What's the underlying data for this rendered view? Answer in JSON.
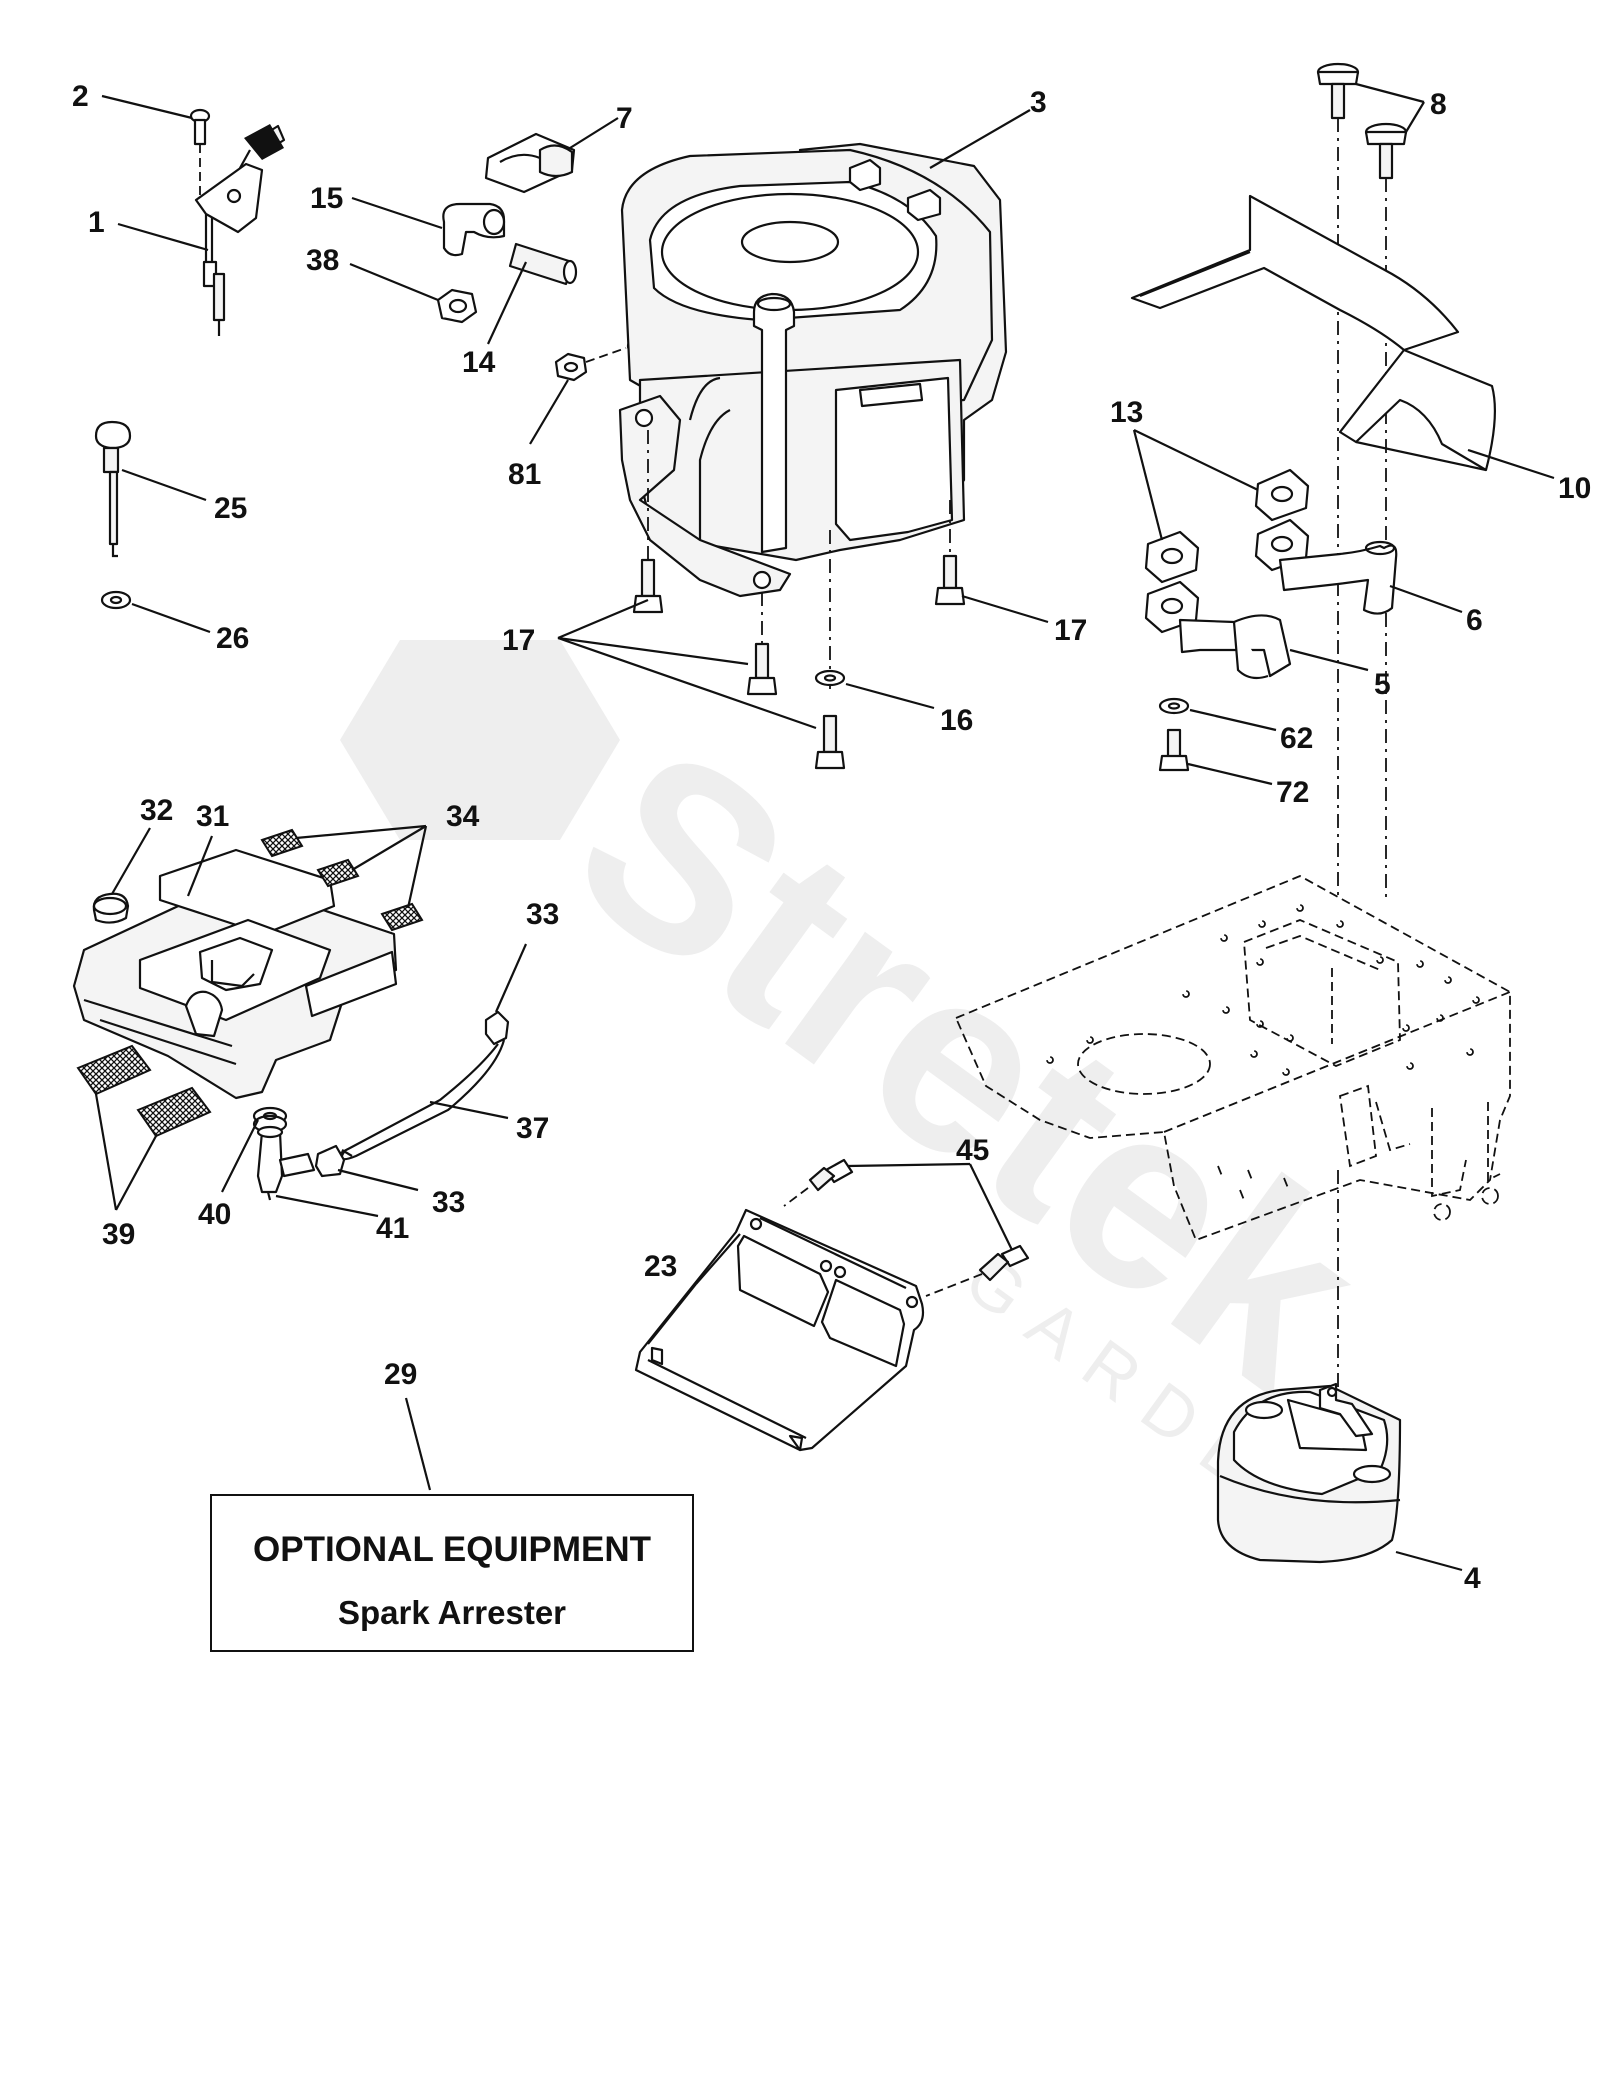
{
  "diagram": {
    "labels": {
      "l1": "1",
      "l2": "2",
      "l3": "3",
      "l4": "4",
      "l5": "5",
      "l6": "6",
      "l7": "7",
      "l8": "8",
      "l10": "10",
      "l13": "13",
      "l14": "14",
      "l15": "15",
      "l16": "16",
      "l17a": "17",
      "l17b": "17",
      "l23": "23",
      "l25": "25",
      "l26": "26",
      "l29": "29",
      "l31": "31",
      "l32": "32",
      "l33a": "33",
      "l33b": "33",
      "l34": "34",
      "l37": "37",
      "l38": "38",
      "l39": "39",
      "l40": "40",
      "l41": "41",
      "l45": "45",
      "l62": "62",
      "l72": "72",
      "l81": "81"
    },
    "optional_box": {
      "title": "OPTIONAL EQUIPMENT",
      "subtitle": "Spark Arrester"
    },
    "watermark": {
      "brand": "Stretek",
      "sub": "GARDEN"
    }
  }
}
